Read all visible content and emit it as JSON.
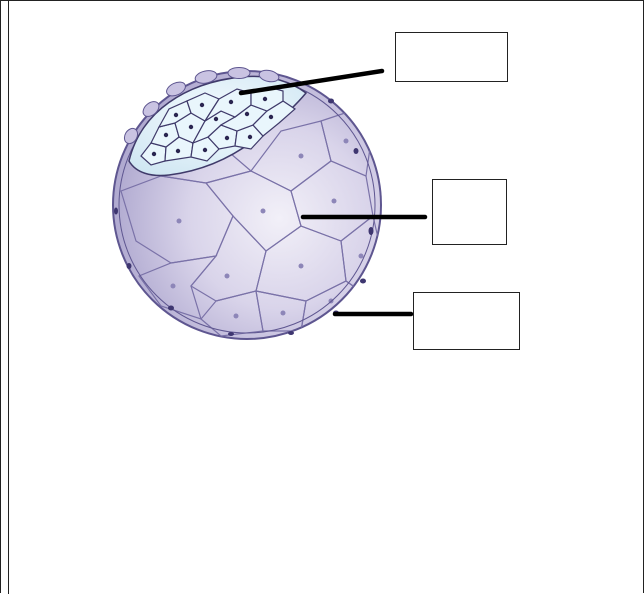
{
  "diagram": {
    "labels": [
      {
        "id": "label-1",
        "text": ""
      },
      {
        "id": "label-2",
        "text": ""
      },
      {
        "id": "label-3",
        "text": ""
      }
    ]
  }
}
